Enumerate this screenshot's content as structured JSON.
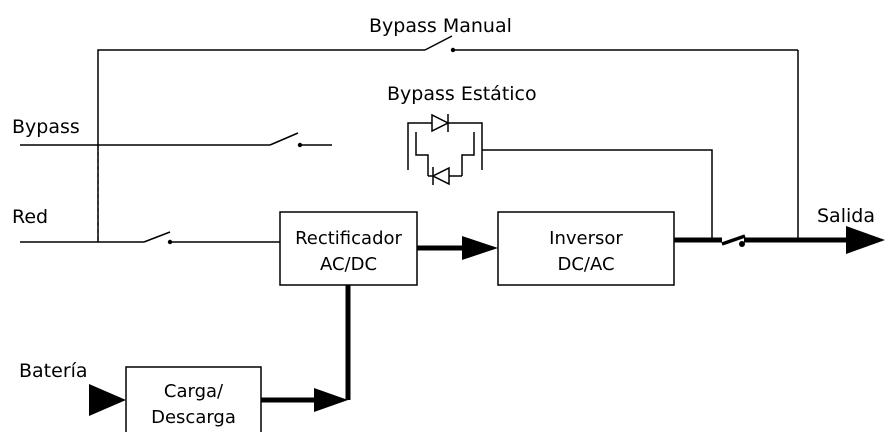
{
  "labels": {
    "bypass_manual": "Bypass Manual",
    "bypass_estatico": "Bypass Estático",
    "bypass": "Bypass",
    "red": "Red",
    "salida": "Salida",
    "bateria": "Batería"
  },
  "blocks": {
    "rectificador": {
      "line1": "Rectificador",
      "line2": "AC/DC"
    },
    "inversor": {
      "line1": "Inversor",
      "line2": "DC/AC"
    },
    "carga": {
      "line1": "Carga/",
      "line2": "Descarga"
    }
  }
}
